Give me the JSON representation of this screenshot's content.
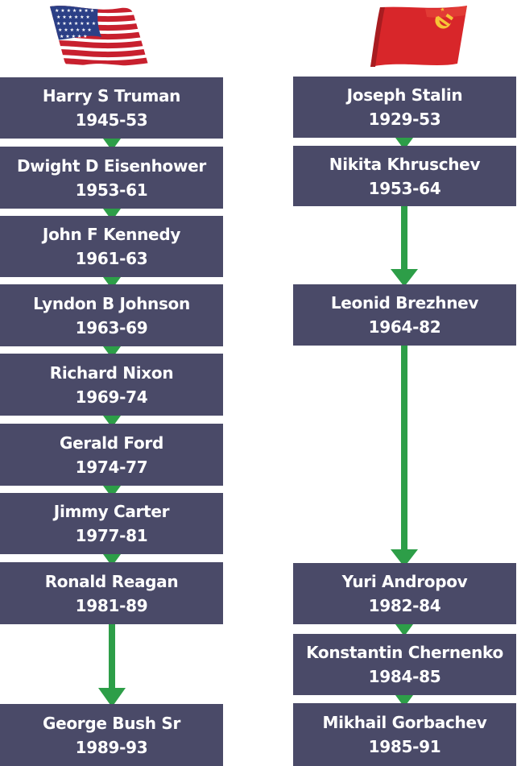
{
  "colors": {
    "box": "#4a4a68",
    "text": "#ffffff",
    "arrow": "#2d9e48"
  },
  "us": {
    "flag_icon": "us-flag-icon",
    "leaders": [
      {
        "name": "Harry S Truman",
        "years": "1945-53"
      },
      {
        "name": "Dwight D Eisenhower",
        "years": "1953-61"
      },
      {
        "name": "John F Kennedy",
        "years": "1961-63"
      },
      {
        "name": "Lyndon B Johnson",
        "years": "1963-69"
      },
      {
        "name": "Richard Nixon",
        "years": "1969-74"
      },
      {
        "name": "Gerald Ford",
        "years": "1974-77"
      },
      {
        "name": "Jimmy Carter",
        "years": "1977-81"
      },
      {
        "name": "Ronald Reagan",
        "years": "1981-89"
      },
      {
        "name": "George Bush Sr",
        "years": "1989-93"
      }
    ]
  },
  "ussr": {
    "flag_icon": "soviet-flag-icon",
    "leaders": [
      {
        "name": "Joseph Stalin",
        "years": "1929-53"
      },
      {
        "name": "Nikita Khruschev",
        "years": "1953-64"
      },
      {
        "name": "Leonid Brezhnev",
        "years": "1964-82"
      },
      {
        "name": "Yuri Andropov",
        "years": "1982-84"
      },
      {
        "name": "Konstantin Chernenko",
        "years": "1984-85"
      },
      {
        "name": "Mikhail Gorbachev",
        "years": "1985-91"
      }
    ]
  }
}
